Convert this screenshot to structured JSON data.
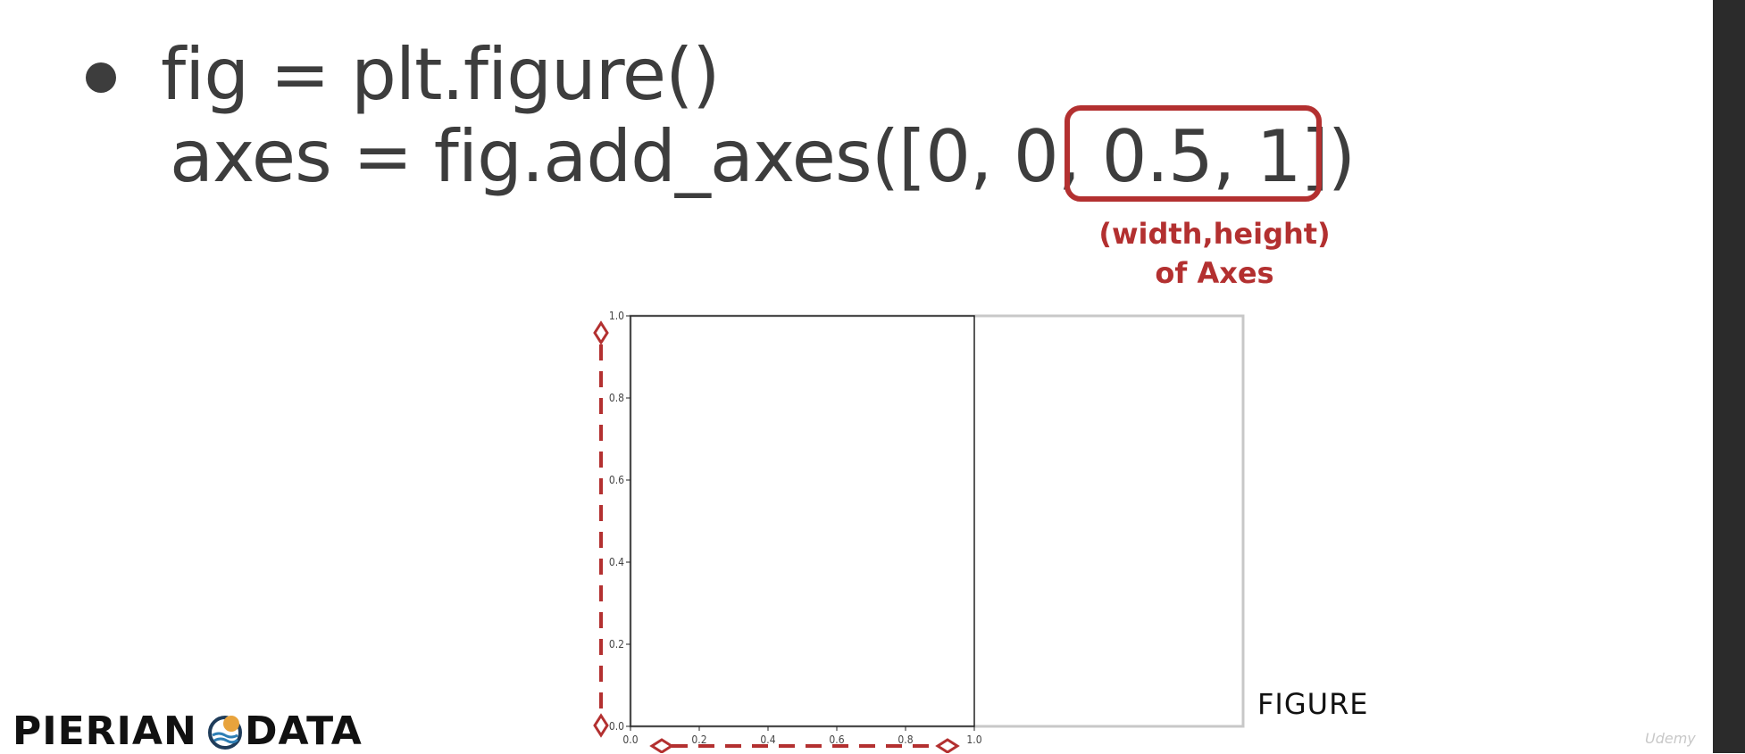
{
  "slide": {
    "line1": "fig = plt.figure()",
    "line2": "axes = fig.add_axes([0, 0, 0.5, 1])",
    "annotation_line1": "(width,height)",
    "annotation_line2": "of Axes",
    "figure_label": "FIGURE",
    "logo_left": "PIERIAN",
    "logo_right": "DATA",
    "watermark": "Udemy"
  },
  "colors": {
    "accent": "#b33030",
    "text": "#3d3d3d",
    "figure_border": "#c8c8c8",
    "axes_border": "#222222"
  },
  "chart_data": {
    "type": "line",
    "x_ticks": [
      "0.0",
      "0.2",
      "0.4",
      "0.6",
      "0.8",
      "1.0"
    ],
    "y_ticks": [
      "0.0",
      "0.2",
      "0.4",
      "0.6",
      "0.8",
      "1.0"
    ],
    "xlim": [
      0,
      1
    ],
    "ylim": [
      0,
      1
    ],
    "axes_rect": [
      0,
      0,
      0.5,
      1
    ],
    "series": []
  }
}
